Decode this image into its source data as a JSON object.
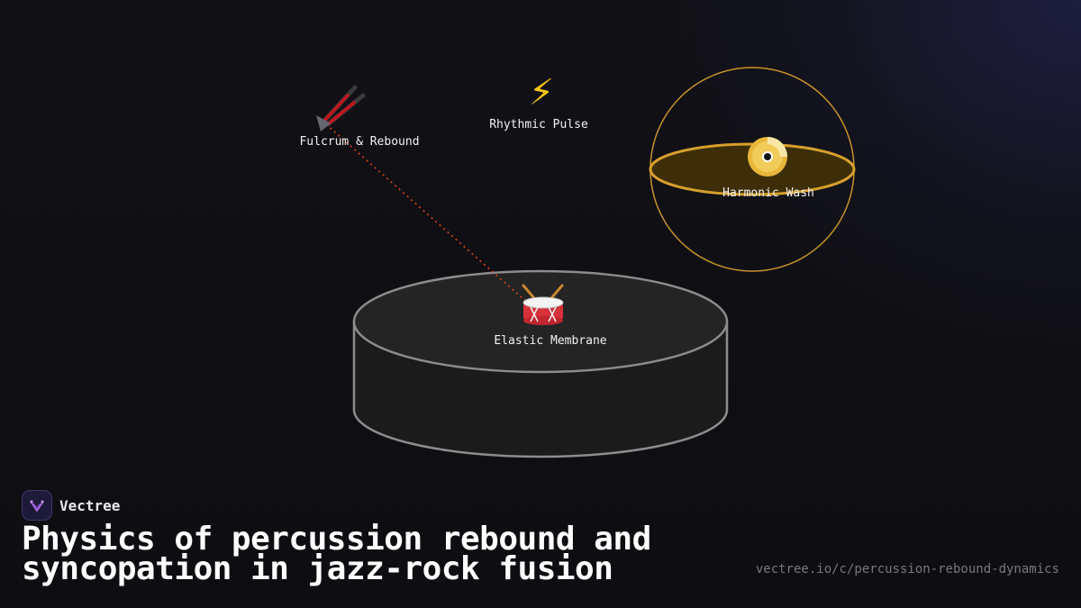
{
  "brand": {
    "name": "Vectree",
    "logo_icon": "vectree-logo-icon"
  },
  "title": "Physics of percussion rebound and syncopation in jazz-rock fusion",
  "url": "vectree.io/c/percussion-rebound-dynamics",
  "diagram": {
    "nodes": [
      {
        "id": "fulcrum",
        "label": "Fulcrum & Rebound",
        "icon": "drumsticks-icon"
      },
      {
        "id": "pulse",
        "label": "Rhythmic Pulse",
        "icon": "lightning-icon",
        "glyph": "⚡"
      },
      {
        "id": "wash",
        "label": "Harmonic Wash",
        "icon": "disc-icon",
        "glyph": "📀"
      },
      {
        "id": "membrane",
        "label": "Elastic Membrane",
        "icon": "drum-icon",
        "glyph": "🥁"
      }
    ],
    "edges": [
      {
        "from": "fulcrum",
        "to": "membrane",
        "style": "dotted",
        "color": "#e0441e"
      }
    ],
    "colors": {
      "sphere": "#c8922a",
      "sphere_fill": "#3d2e07",
      "cylinder_stroke": "#8c8c8c",
      "cylinder_fill": "#1c1c1c",
      "stick_red": "#c0151f",
      "stick_dark": "#3a3a3a"
    }
  }
}
